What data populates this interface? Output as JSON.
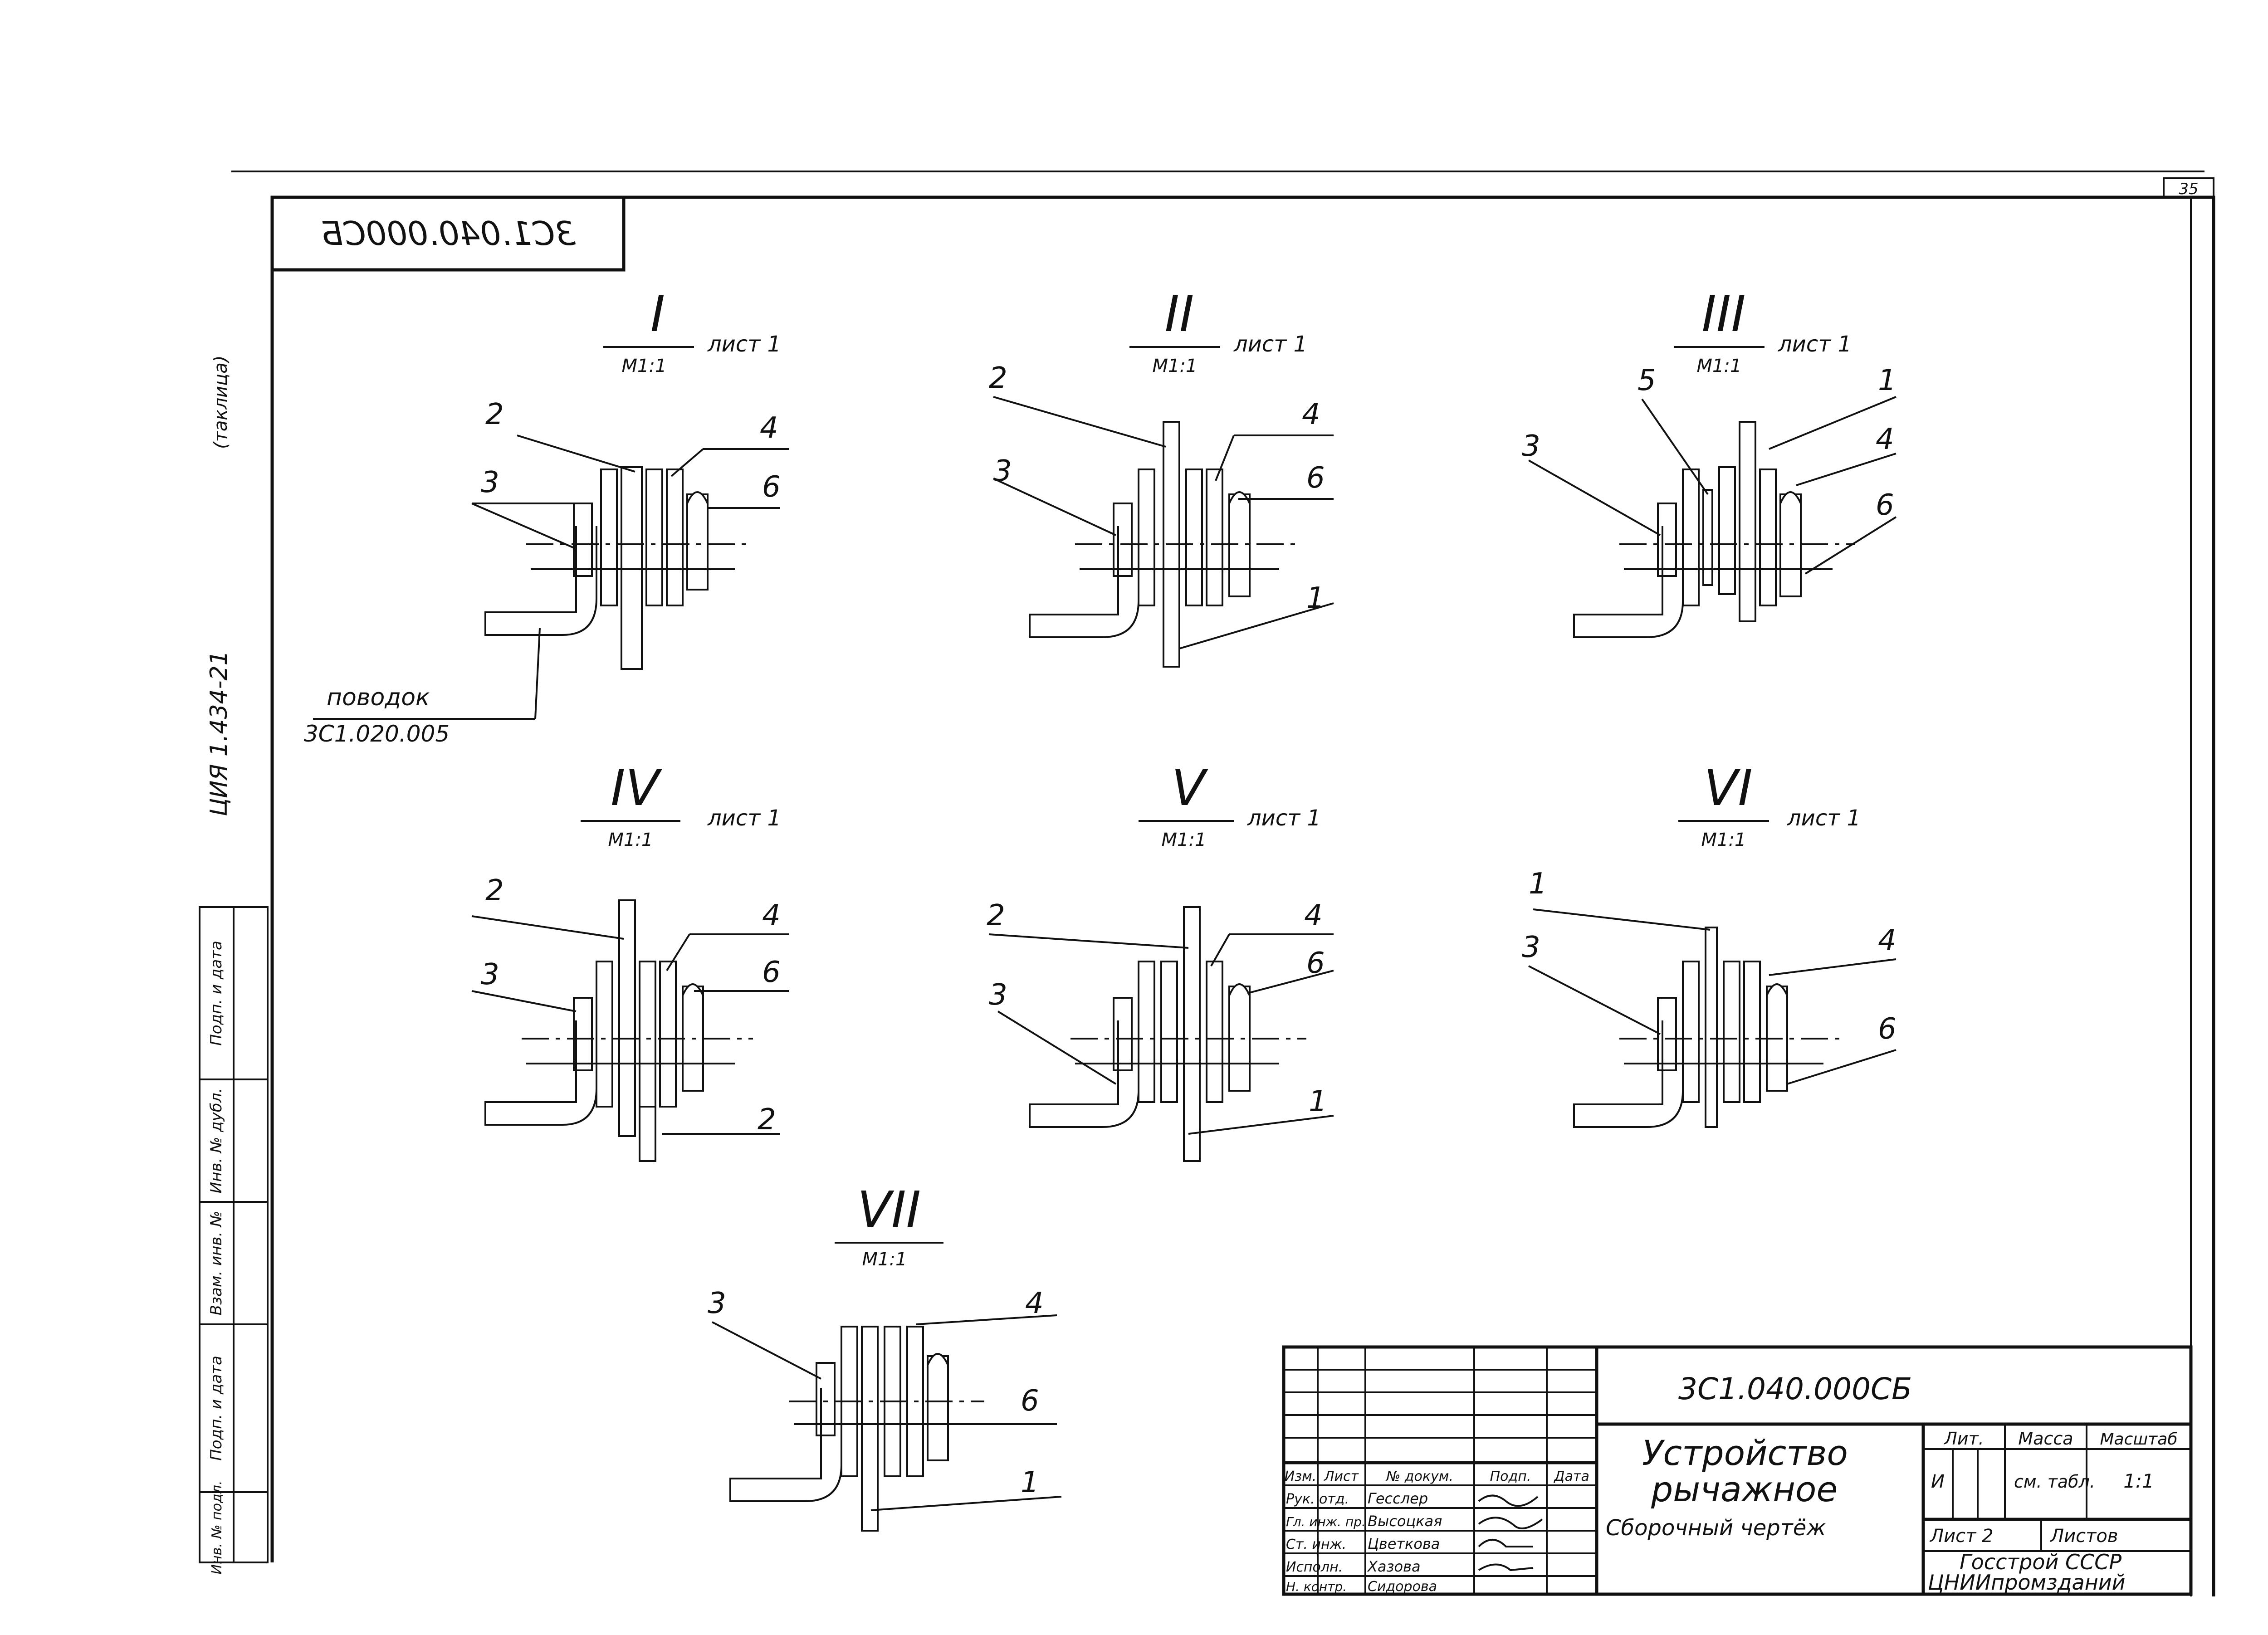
{
  "document_code": "3С1.040.000СБ",
  "document_code_mirrored": "3С1.040.000СБ",
  "sheet_number_corner": "35",
  "left_margin_notes": [
    "ЦИЯ 1.434-21",
    "(таклица)"
  ],
  "details": [
    {
      "numeral": "I",
      "scale": "М1:1",
      "sheet_ref": "лист 1"
    },
    {
      "numeral": "II",
      "scale": "М1:1",
      "sheet_ref": "лист 1"
    },
    {
      "numeral": "III",
      "scale": "М1:1",
      "sheet_ref": "лист 1"
    },
    {
      "numeral": "IV",
      "scale": "М1:1",
      "sheet_ref": "лист 1"
    },
    {
      "numeral": "V",
      "scale": "М1:1",
      "sheet_ref": "лист 1"
    },
    {
      "numeral": "VI",
      "scale": "М1:1",
      "sheet_ref": "лист 1"
    },
    {
      "numeral": "VII",
      "scale": "М1:1",
      "sheet_ref": ""
    }
  ],
  "callouts": {
    "I": [
      "2",
      "4",
      "3",
      "6"
    ],
    "II": [
      "2",
      "4",
      "3",
      "6",
      "1"
    ],
    "III": [
      "5",
      "1",
      "3",
      "4",
      "6"
    ],
    "IV": [
      "2",
      "4",
      "3",
      "6",
      "2"
    ],
    "V": [
      "2",
      "4",
      "6",
      "3",
      "1"
    ],
    "VI": [
      "1",
      "3",
      "4",
      "6"
    ],
    "VII": [
      "3",
      "4",
      "6",
      "1"
    ]
  },
  "povodok_label": "поводок",
  "povodok_code": "3С1.020.005",
  "side_stamp": [
    "Подп. и дата",
    "Инв. № дубл.",
    "Взам. инв. №",
    "Подп. и дата",
    "Инв. № подл."
  ],
  "title_block": {
    "code": "3С1.040.000СБ",
    "name_line1": "Устройство",
    "name_line2": "рычажное",
    "doc_type": "Сборочный чертёж",
    "header_cells": [
      "Изм.",
      "Лист",
      "№ докум.",
      "Подп.",
      "Дата"
    ],
    "rows": [
      {
        "role": "Рук. отд.",
        "name": "Гесслер"
      },
      {
        "role": "Гл. инж. пр.",
        "name": "Высоцкая"
      },
      {
        "role": "Ст. инж.",
        "name": "Цветкова"
      },
      {
        "role": "Исполн.",
        "name": "Хазова"
      },
      {
        "role": "Н. контр.",
        "name": "Сидорова"
      }
    ],
    "lit_label": "Лит.",
    "lit_value": "И",
    "mass_label": "Масса",
    "mass_value": "см. табл.",
    "scale_label": "Масштаб",
    "scale_value": "1:1",
    "sheet_label": "Лист 2",
    "sheets_label": "Листов",
    "org_line1": "Госстрой СССР",
    "org_line2": "ЦНИИпромзданий"
  }
}
